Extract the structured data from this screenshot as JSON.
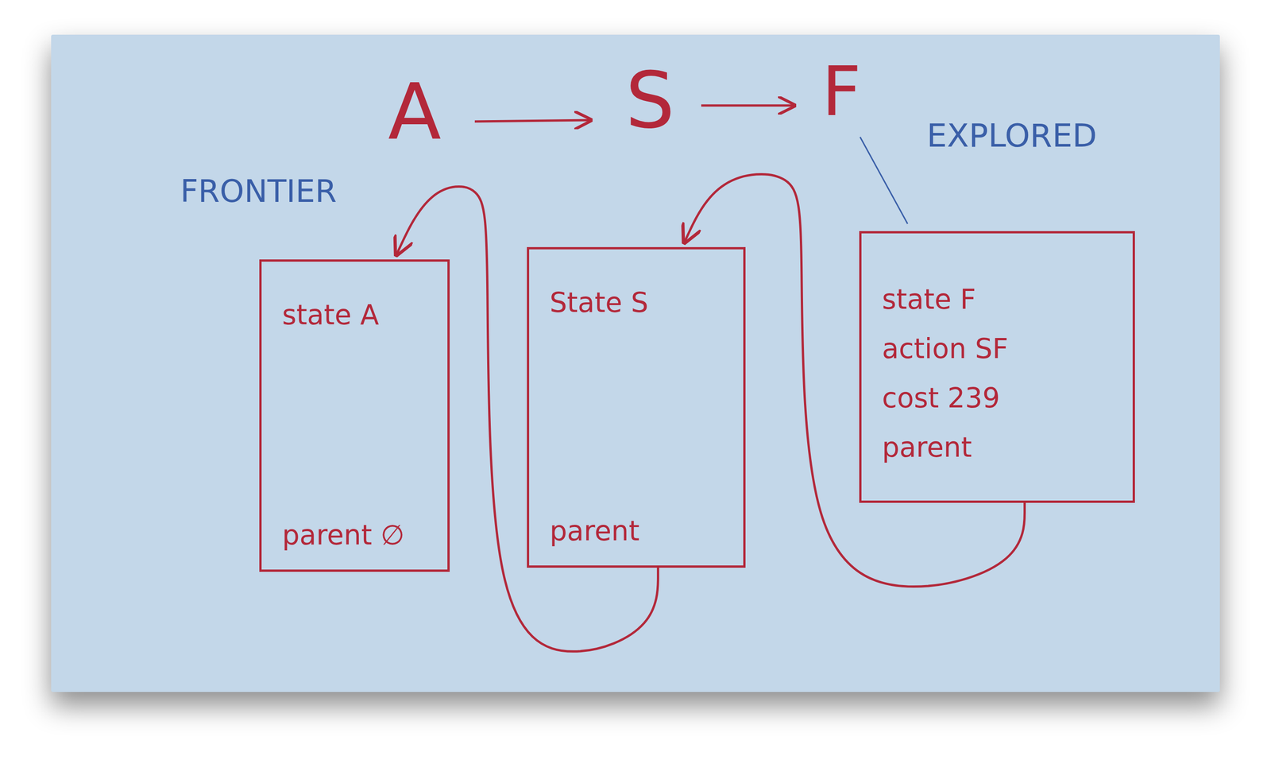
{
  "diagram": {
    "nodes": [
      {
        "text": [
          "state A",
          "parent ∅"
        ]
      },
      {
        "text": [
          "State S",
          "parent"
        ]
      },
      {
        "text": [
          "state F",
          "action SF",
          "cost 239",
          "parent"
        ]
      }
    ],
    "edges": [
      {
        "from": 2,
        "to": 1,
        "arrow": "to"
      },
      {
        "from": 1,
        "to": 0,
        "arrow": "to"
      }
    ],
    "labels": [
      "A",
      "S",
      "F",
      "FRONTIER",
      "EXPLORED"
    ]
  }
}
